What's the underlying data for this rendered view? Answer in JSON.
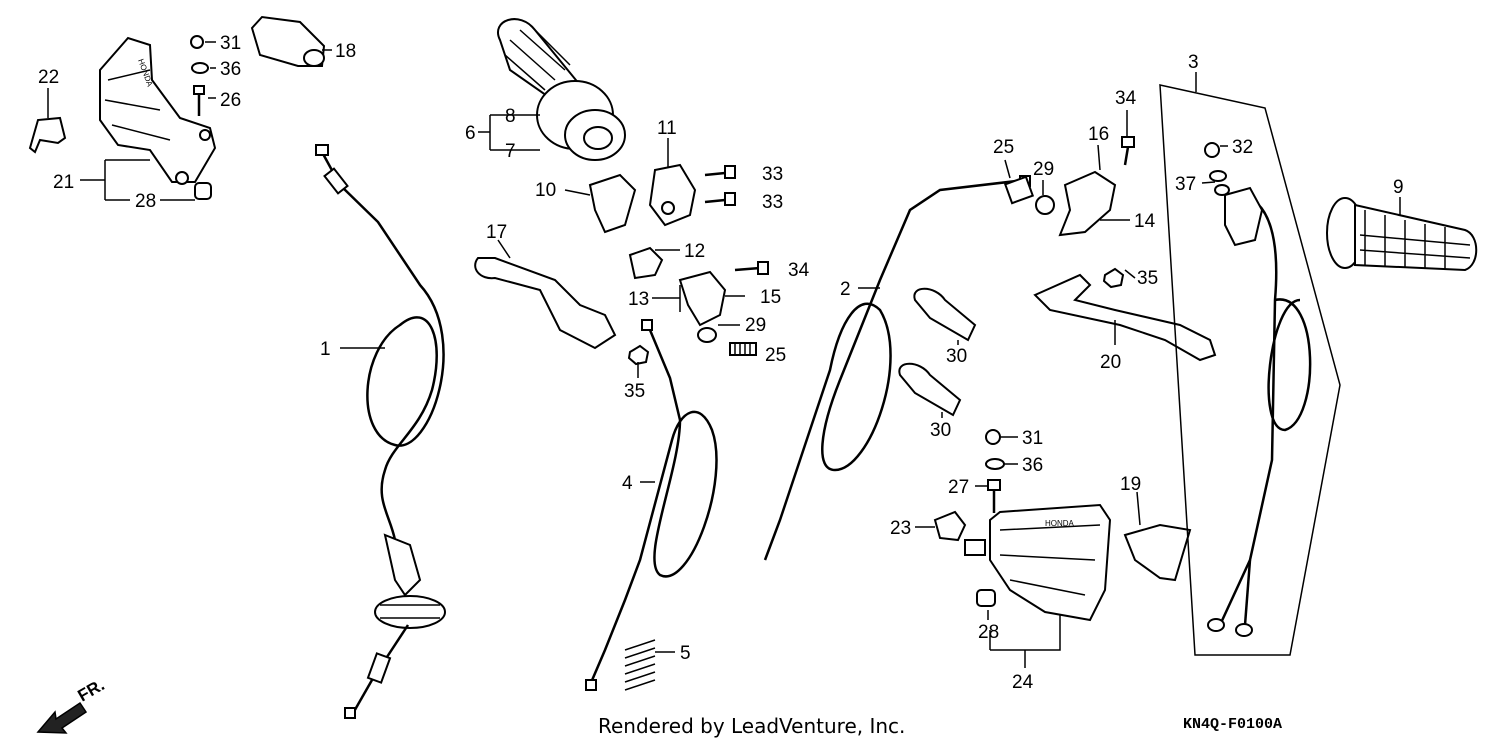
{
  "labels": [
    {
      "id": "1",
      "text": "1"
    },
    {
      "id": "2",
      "text": "2"
    },
    {
      "id": "3",
      "text": "3"
    },
    {
      "id": "4",
      "text": "4"
    },
    {
      "id": "5",
      "text": "5"
    },
    {
      "id": "6",
      "text": "6"
    },
    {
      "id": "7",
      "text": "7"
    },
    {
      "id": "8",
      "text": "8"
    },
    {
      "id": "9",
      "text": "9"
    },
    {
      "id": "10",
      "text": "10"
    },
    {
      "id": "11",
      "text": "11"
    },
    {
      "id": "12",
      "text": "12"
    },
    {
      "id": "13",
      "text": "13"
    },
    {
      "id": "14",
      "text": "14"
    },
    {
      "id": "15",
      "text": "15"
    },
    {
      "id": "16",
      "text": "16"
    },
    {
      "id": "17",
      "text": "17"
    },
    {
      "id": "18",
      "text": "18"
    },
    {
      "id": "19",
      "text": "19"
    },
    {
      "id": "20",
      "text": "20"
    },
    {
      "id": "21",
      "text": "21"
    },
    {
      "id": "22",
      "text": "22"
    },
    {
      "id": "23",
      "text": "23"
    },
    {
      "id": "24",
      "text": "24"
    },
    {
      "id": "25a",
      "text": "25"
    },
    {
      "id": "25b",
      "text": "25"
    },
    {
      "id": "26",
      "text": "26"
    },
    {
      "id": "27",
      "text": "27"
    },
    {
      "id": "28a",
      "text": "28"
    },
    {
      "id": "28b",
      "text": "28"
    },
    {
      "id": "29a",
      "text": "29"
    },
    {
      "id": "29b",
      "text": "29"
    },
    {
      "id": "30a",
      "text": "30"
    },
    {
      "id": "30b",
      "text": "30"
    },
    {
      "id": "31a",
      "text": "31"
    },
    {
      "id": "31b",
      "text": "31"
    },
    {
      "id": "32",
      "text": "32"
    },
    {
      "id": "33a",
      "text": "33"
    },
    {
      "id": "33b",
      "text": "33"
    },
    {
      "id": "34a",
      "text": "34"
    },
    {
      "id": "34b",
      "text": "34"
    },
    {
      "id": "35a",
      "text": "35"
    },
    {
      "id": "35b",
      "text": "35"
    },
    {
      "id": "36a",
      "text": "36"
    },
    {
      "id": "36b",
      "text": "36"
    },
    {
      "id": "37",
      "text": "37"
    }
  ],
  "brand_mark": "HONDA",
  "direction_marker": "FR.",
  "footer": {
    "credit": "Rendered by LeadVenture, Inc.",
    "code": "KN4Q-F0100A"
  }
}
